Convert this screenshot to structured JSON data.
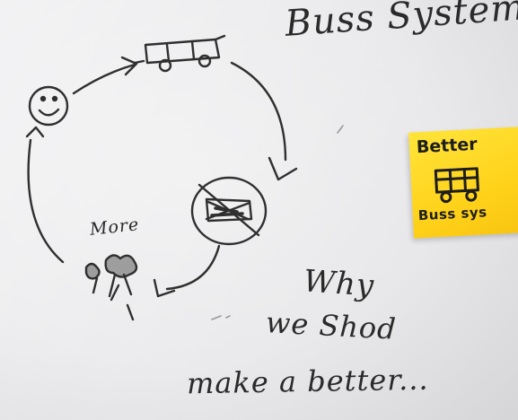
{
  "whiteboard": {
    "title": "Buss System!",
    "more_label": "More",
    "question_lines": [
      "Why",
      "we Shod",
      "make a better..."
    ]
  },
  "sticky_note": {
    "top_text": "Better",
    "bottom_text": "Buss sys",
    "color": "#ffd21a"
  },
  "sketch_items": {
    "smiley": "smiley-face-icon",
    "bus": "bus-drawing-icon",
    "crossed_circle": "crossed-out-bus-icon",
    "bushes": "bush-drawing-icon"
  }
}
